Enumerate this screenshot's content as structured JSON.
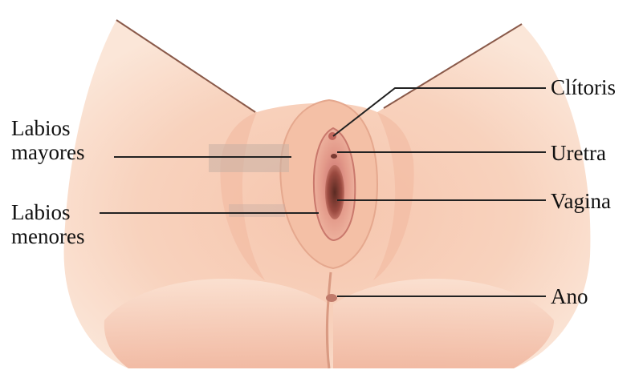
{
  "diagram": {
    "labels": {
      "labios_mayores": [
        "Labios",
        "mayores"
      ],
      "labios_menores": [
        "Labios",
        "menores"
      ],
      "clitoris": "Clítoris",
      "uretra": "Uretra",
      "vagina": "Vagina",
      "ano": "Ano"
    }
  }
}
